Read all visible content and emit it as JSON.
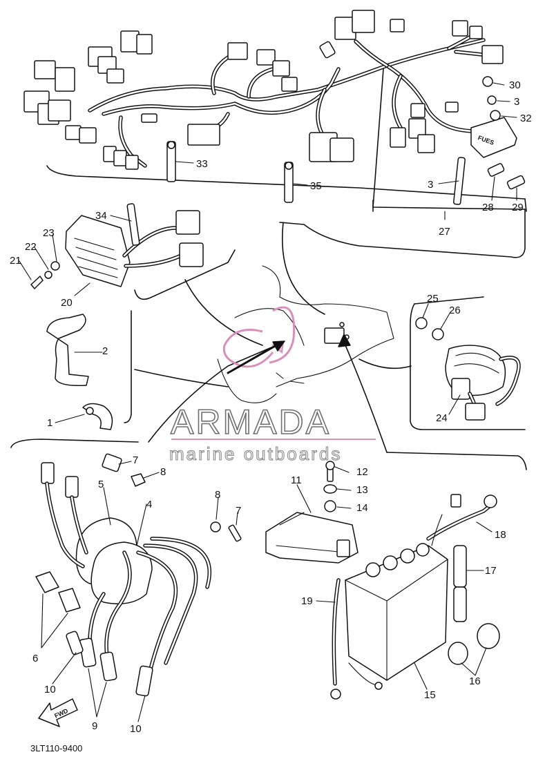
{
  "diagram": {
    "code": "3LT110-9400",
    "watermark": {
      "title": "ARMADA",
      "subtitle": "marine outboards"
    },
    "fuse_box_label": "FUES",
    "fwd_label": "FWD",
    "callouts": {
      "c1": "1",
      "c2": "2",
      "c3a": "3",
      "c3b": "3",
      "c4": "4",
      "c5": "5",
      "c6": "6",
      "c7a": "7",
      "c7b": "7",
      "c8a": "8",
      "c8b": "8",
      "c9": "9",
      "c10a": "10",
      "c10b": "10",
      "c11": "11",
      "c12": "12",
      "c13": "13",
      "c14": "14",
      "c15": "15",
      "c16": "16",
      "c17": "17",
      "c18": "18",
      "c19": "19",
      "c20": "20",
      "c21": "21",
      "c22": "22",
      "c23": "23",
      "c24": "24",
      "c25": "25",
      "c26": "26",
      "c27": "27",
      "c28": "28",
      "c29": "29",
      "c30": "30",
      "c32": "32",
      "c33": "33",
      "c34": "34",
      "c35": "35"
    }
  }
}
